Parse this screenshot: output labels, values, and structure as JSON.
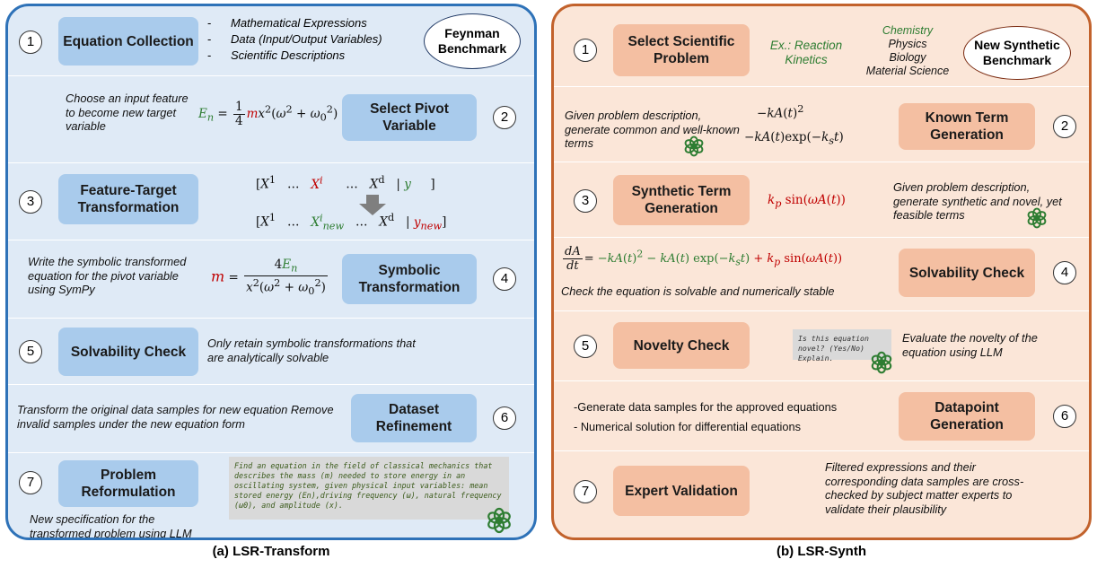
{
  "panel_a": {
    "caption": "(a) LSR-Transform",
    "benchmark": "Feynman Benchmark",
    "steps": [
      {
        "num": "1",
        "label": "Equation Collection"
      },
      {
        "num": "2",
        "label": "Select Pivot Variable"
      },
      {
        "num": "3",
        "label": "Feature-Target Transformation"
      },
      {
        "num": "4",
        "label": "Symbolic Transformation"
      },
      {
        "num": "5",
        "label": "Solvability Check"
      },
      {
        "num": "6",
        "label": "Dataset Refinement"
      },
      {
        "num": "7",
        "label": "Problem Reformulation"
      }
    ],
    "step1_bullets": [
      "Mathematical Expressions",
      "Data (Input/Output Variables)",
      "Scientific Descriptions"
    ],
    "step2_text": "Choose an input feature to become new target variable",
    "step4_text": "Write the symbolic transformed equation for the pivot variable using SymPy",
    "step5_text": "Only retain symbolic transformations that are analytically solvable",
    "step6_text": "Transform the original data samples for new equation Remove invalid samples under the new equation form",
    "step7_text": "New specification for the transformed problem using LLM",
    "step7_prompt": "Find an equation in the field of classical mechanics that describes the mass (m) needed to store energy in an oscillating system, given physical input variables: mean stored energy (En),driving frequency (ω), natural frequency (ω0), and amplitude (x)."
  },
  "panel_b": {
    "caption": "(b) LSR-Synth",
    "benchmark": "New Synthetic Benchmark",
    "steps": [
      {
        "num": "1",
        "label": "Select Scientific Problem"
      },
      {
        "num": "2",
        "label": "Known Term Generation"
      },
      {
        "num": "3",
        "label": "Synthetic Term Generation"
      },
      {
        "num": "4",
        "label": "Solvability Check"
      },
      {
        "num": "5",
        "label": "Novelty Check"
      },
      {
        "num": "6",
        "label": "Datapoint Generation"
      },
      {
        "num": "7",
        "label": "Expert Validation"
      }
    ],
    "example": "Ex.: Reaction Kinetics",
    "domains": [
      "Chemistry",
      "Physics",
      "Biology",
      "Material Science"
    ],
    "step2_text": "Given problem description, generate common and well-known terms",
    "step3_text": "Given problem description, generate synthetic and novel, yet feasible terms",
    "step4_text": "Check the equation is solvable and numerically stable",
    "step5_prompt": "Is this equation novel? (Yes/No) Explain.",
    "step5_text": "Evaluate the novelty of the equation using LLM",
    "step6_lines": [
      "-Generate data samples for the approved equations",
      "- Numerical solution for differential equations"
    ],
    "step7_text": "Filtered expressions and their corresponding data samples are cross-checked by subject matter experts to validate their plausibility"
  },
  "colors": {
    "panel_a_border": "#2e72b8",
    "panel_b_border": "#c2622c",
    "box_a": "#a9cbec",
    "box_b": "#f4bfa2"
  }
}
